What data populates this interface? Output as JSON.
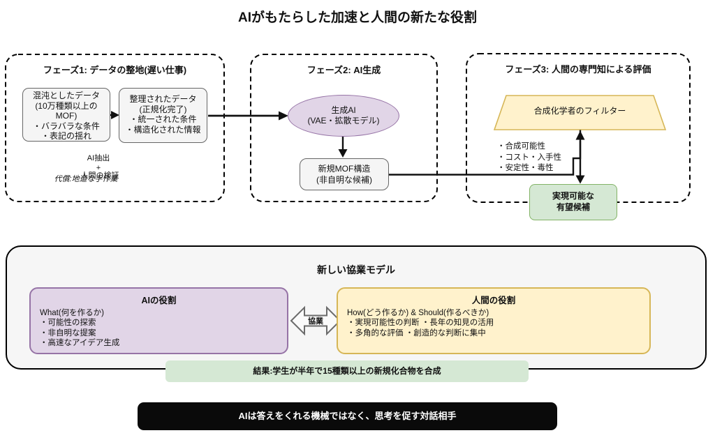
{
  "title": "AIがもたらした加速と人間の新たな役割",
  "phase1": {
    "title": "フェーズ1: データの整地(遅い仕事)",
    "box_chaotic": {
      "lines": [
        "混沌としたデータ",
        "(10万種類以上の",
        "MOF)",
        "・バラバラな条件",
        "・表記の揺れ"
      ]
    },
    "box_organized": {
      "lines": [
        "整理されたデータ",
        "(正規化完了)",
        "・統一された条件",
        "・構造化された情報"
      ]
    },
    "note": {
      "line1": "AI抽出",
      "line2": "+",
      "line3": "人間の検証",
      "caption": "代償:地道な手作業"
    }
  },
  "phase2": {
    "title": "フェーズ2: AI生成",
    "ellipse": {
      "lines": [
        "生成AI",
        "(VAE・拡散モデル)"
      ]
    },
    "box_mof": {
      "lines": [
        "新規MOF構造",
        "(非自明な候補)"
      ]
    }
  },
  "phase3": {
    "title": "フェーズ3: 人間の専門知による評価",
    "trapezoid_label": "合成化学者のフィルター",
    "criteria": {
      "lines": [
        "・合成可能性",
        "・コスト・入手性",
        "・安定性・毒性"
      ]
    },
    "box_feasible": {
      "lines": [
        "実現可能な",
        "有望候補"
      ]
    }
  },
  "collab": {
    "title": "新しい協業モデル",
    "ai_role": {
      "title": "AIの役割",
      "lines": [
        "What(何を作るか)",
        "・可能性の探索",
        "・非自明な提案",
        "・高速なアイデア生成"
      ]
    },
    "human_role": {
      "title": "人間の役割",
      "lines": [
        "How(どう作るか) & Should(作るべきか)",
        "・実現可能性の判断 ・長年の知見の活用",
        "・多角的な評価 ・創造的な判断に集中"
      ]
    },
    "arrow_label": "協業",
    "result": "結果:学生が半年で15種類以上の新規化合物を合成"
  },
  "footer": "AIは答えをくれる機械ではなく、思考を促す対話相手",
  "colors": {
    "purple_fill": "#e1d5e7",
    "purple_border": "#9673a6",
    "yellow_fill": "#fff2cc",
    "yellow_border": "#d6b656",
    "green_fill": "#d5e8d4",
    "green_border": "#82b366",
    "gray_fill": "#f5f5f5",
    "gray_border": "#666666",
    "panel_fill": "#f6f6f6",
    "footer_bg": "#0a0a0a",
    "footer_text": "#ffffff"
  }
}
